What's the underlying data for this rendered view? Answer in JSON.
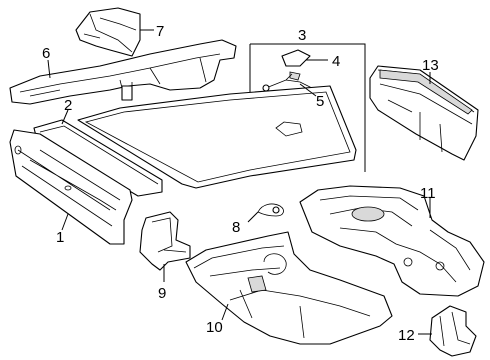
{
  "callouts": {
    "c1": "1",
    "c2": "2",
    "c3": "3",
    "c4": "4",
    "c5": "5",
    "c6": "6",
    "c7": "7",
    "c8": "8",
    "c9": "9",
    "c10": "10",
    "c11": "11",
    "c12": "12",
    "c13": "13"
  },
  "colors": {
    "line": "#000000",
    "background": "#ffffff",
    "shade": "#d9d9d9"
  }
}
